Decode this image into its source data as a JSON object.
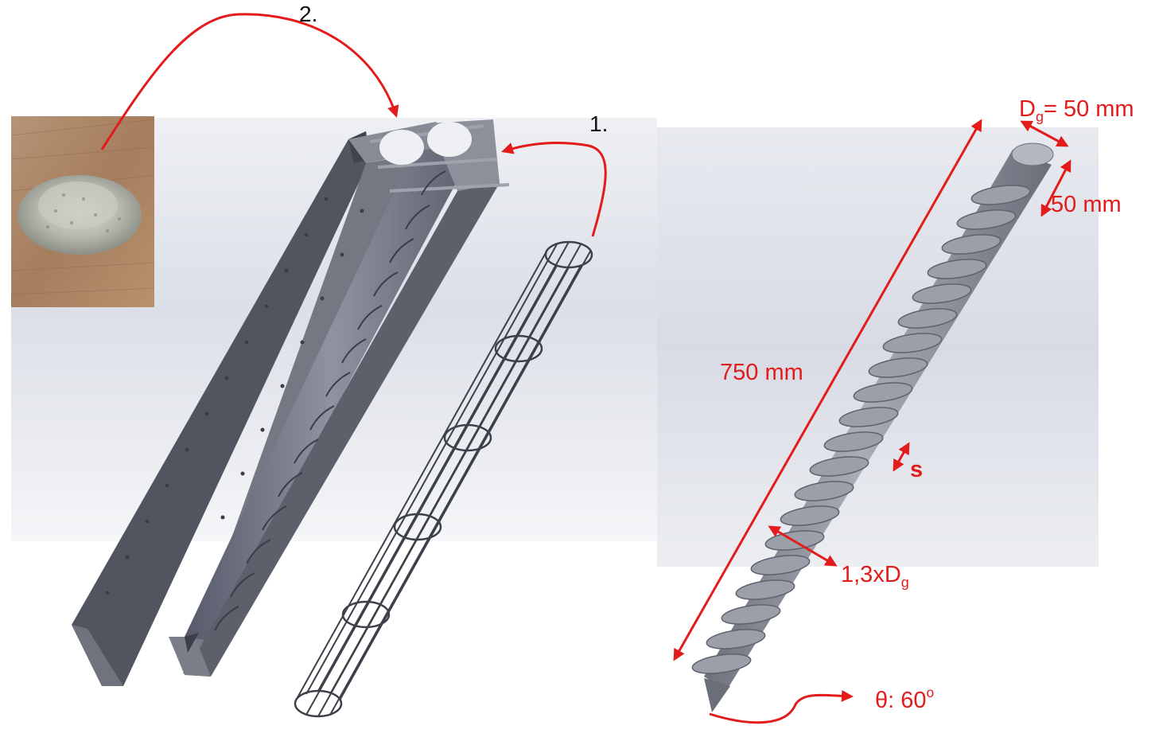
{
  "step_labels": {
    "step1": "1.",
    "step2": "2."
  },
  "dimensions": {
    "length": "750 mm",
    "dg_symbol": "D",
    "dg_subscript": "g",
    "dg_value": "= 50 mm",
    "pitch": "50 mm",
    "spacing": "s",
    "helix_prefix": "1,3xD",
    "helix_subscript": "g",
    "angle": "θ: 60",
    "angle_superscript": "o"
  },
  "colors": {
    "annotation": "#e31b1b",
    "steel_dark": "#5a5e69",
    "steel_light": "#9ea2ad",
    "background_gradient": "#dfe2ea"
  },
  "icons": {
    "photo": "aggregate-pile-photo-icon",
    "mold": "steel-mold-icon",
    "cage": "reinforcement-cage-icon",
    "screw": "screw-pile-icon"
  }
}
